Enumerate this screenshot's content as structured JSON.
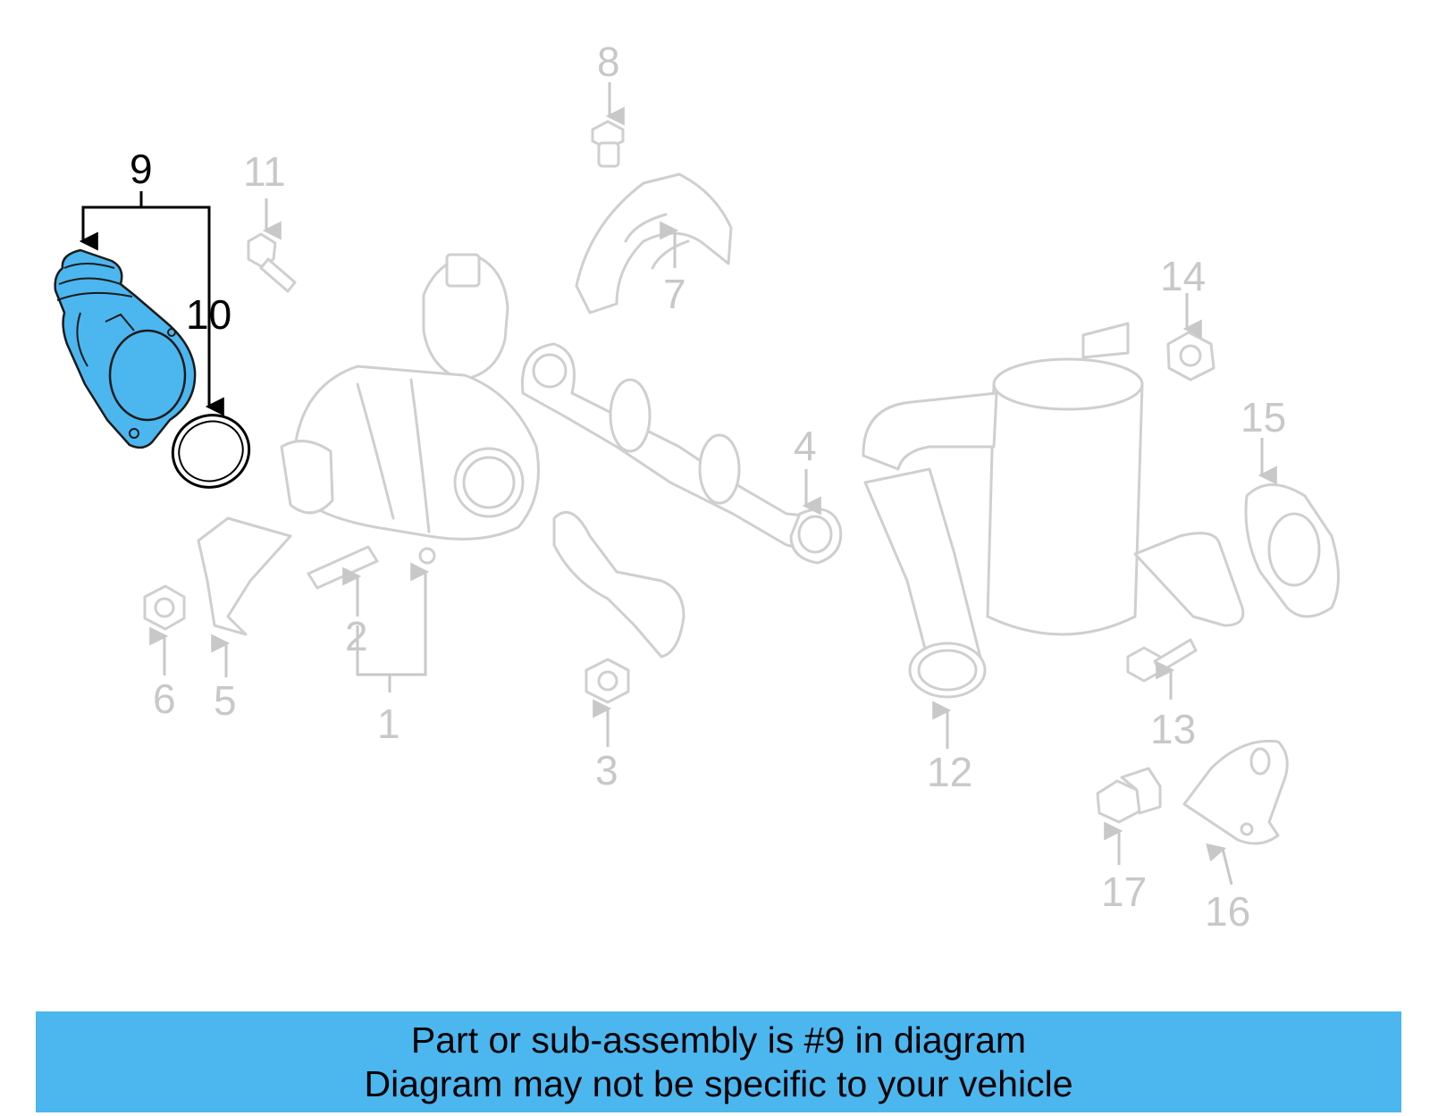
{
  "callouts": {
    "c1": "1",
    "c2": "2",
    "c3": "3",
    "c4": "4",
    "c5": "5",
    "c6": "6",
    "c7": "7",
    "c8": "8",
    "c9": "9",
    "c10": "10",
    "c11": "11",
    "c12": "12",
    "c13": "13",
    "c14": "14",
    "c15": "15",
    "c16": "16",
    "c17": "17"
  },
  "highlight": {
    "part_number": "9",
    "color": "#4cb6ef"
  },
  "banner": {
    "line1": "Part or sub-assembly is #9 in diagram",
    "line2": "Diagram may not be specific to your vehicle",
    "background": "#4cb6ef"
  }
}
